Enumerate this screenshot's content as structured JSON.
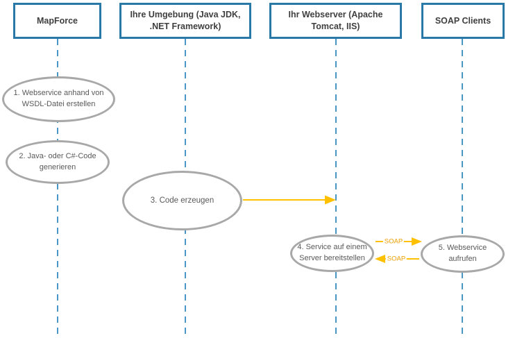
{
  "diagram_type": "sequence-diagram",
  "actors": [
    {
      "id": "mapforce",
      "label": "MapForce"
    },
    {
      "id": "umgebung",
      "label": "Ihre Umgebung (Java JDK, .NET Framework)"
    },
    {
      "id": "webserver",
      "label": "Ihr Webserver (Apache Tomcat, IIS)"
    },
    {
      "id": "clients",
      "label": "SOAP Clients"
    }
  ],
  "steps": [
    {
      "label": "1. Webservice anhand von WSDL-Datei erstellen"
    },
    {
      "label": "2. Java- oder C#-Code generieren"
    },
    {
      "label": "3. Code erzeugen"
    },
    {
      "label": "4. Service auf einem Server bereitstellen"
    },
    {
      "label": "5. Webservice aufrufen"
    }
  ],
  "messages": {
    "soap_request_label": "SOAP",
    "soap_response_label": "SOAP"
  },
  "colors": {
    "actor_border": "#2879A8",
    "actor_text": "#3F3F3F",
    "lifeline": "#4796C6",
    "step_border": "#A8A8A8",
    "step_text": "#595959",
    "arrow": "#FFC000",
    "soap_label_text": "#ED9F00",
    "background": "#FFFFFF"
  }
}
